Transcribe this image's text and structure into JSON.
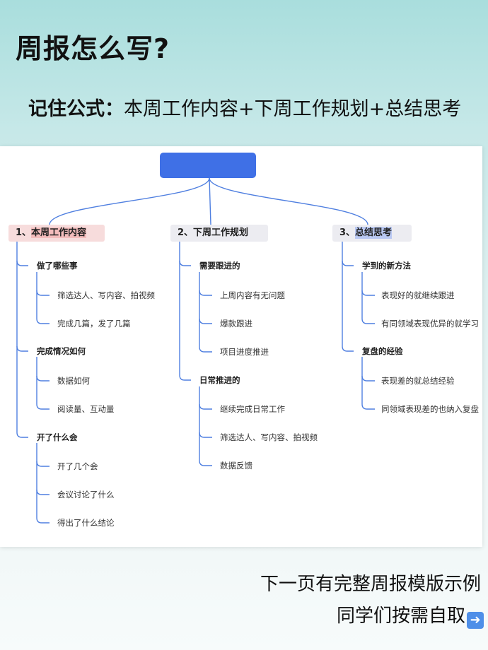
{
  "header": {
    "title": "周报怎么写?",
    "formula_lead": "记住公式：",
    "formula_body": "本周工作内容+下周工作规划+总结思考"
  },
  "mindmap": {
    "root": "",
    "branches": [
      {
        "label_num": "1、",
        "label": "本周工作内容",
        "groups": [
          {
            "label": "做了哪些事",
            "items": [
              "筛选达人、写内容、拍视频",
              "完成几篇，发了几篇"
            ]
          },
          {
            "label": "完成情况如何",
            "items": [
              "数据如何",
              "阅读量、互动量"
            ]
          },
          {
            "label": "开了什么会",
            "items": [
              "开了几个会",
              "会议讨论了什么",
              "得出了什么结论"
            ]
          }
        ]
      },
      {
        "label_num": "2、",
        "label": "下周工作规划",
        "groups": [
          {
            "label": "需要跟进的",
            "items": [
              "上周内容有无问题",
              "爆款跟进",
              "项目进度推进"
            ]
          },
          {
            "label": "日常推进的",
            "items": [
              "继续完成日常工作",
              "筛选达人、写内容、拍视频",
              "数据反馈"
            ]
          }
        ]
      },
      {
        "label_num": "3、",
        "label": "总结思考",
        "groups": [
          {
            "label": "学到的新方法",
            "items": [
              "表现好的就继续跟进",
              "有同领域表现优异的就学习"
            ]
          },
          {
            "label": "复盘的经验",
            "items": [
              "表现差的就总结经验",
              "同领域表现差的也纳入复盘"
            ]
          }
        ]
      }
    ]
  },
  "footer": {
    "line1": "下一页有完整周报模版示例",
    "line2": "同学们按需自取",
    "arrow_icon": "right-arrow-icon"
  },
  "colors": {
    "root_fill": "#3f70e6",
    "connector": "#4f7fe0",
    "branch1_highlight": "#f3bcbc",
    "branch3_highlight": "#b9c8f2"
  }
}
